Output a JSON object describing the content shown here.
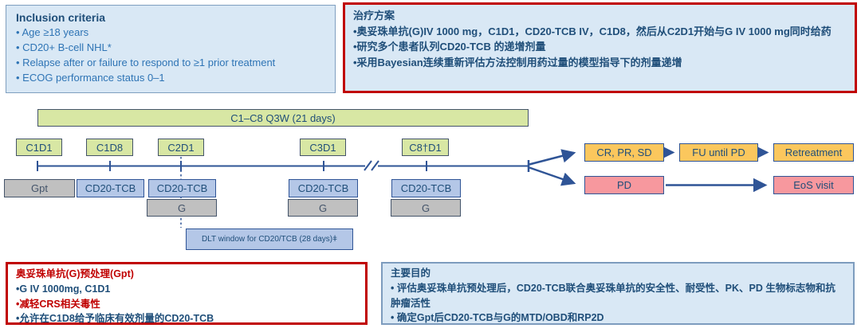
{
  "inclusion": {
    "title": "Inclusion criteria",
    "items": [
      "• Age ≥18 years",
      "• CD20+ B-cell NHL*",
      "• Relapse after or failure to respond to ≥1 prior treatment",
      "• ECOG performance status 0–1"
    ]
  },
  "treatment_plan": {
    "title": "治疗方案",
    "items": [
      "•奥妥珠单抗(G)IV 1000 mg，C1D1，CD20-TCB IV，C1D8，然后从C2D1开始与G IV 1000 mg同时给药",
      "•研究多个患者队列CD20-TCB 的递增剂量",
      "•采用Bayesian连续重新评估方法控制用药过量的模型指导下的剂量递增"
    ]
  },
  "schema": {
    "cycle_bar_label": "C1–C8 Q3W (21 days)",
    "day_labels": [
      "C1D1",
      "C1D8",
      "C2D1",
      "C3D1",
      "C8†D1"
    ],
    "gpt_label": "Gpt",
    "tcb_label": "CD20-TCB",
    "g_label": "G",
    "dlt_label": "DLT window for CD20/TCB (28 days)ǂ"
  },
  "outcomes": {
    "response": "CR, PR, SD",
    "follow_up": "FU until PD",
    "retreatment": "Retreatment",
    "pd": "PD",
    "eos": "EoS visit"
  },
  "pretreatment": {
    "title": "奥妥珠单抗(G)预处理(Gpt)",
    "items": [
      "•G IV 1000mg, C1D1",
      "•减轻CRS相关毒性",
      "•允许在C1D8给予临床有效剂量的CD20-TCB"
    ]
  },
  "objectives": {
    "title": "主要目的",
    "items": [
      "• 评估奥妥珠单抗预处理后，CD20-TCB联合奥妥珠单抗的安全性、耐受性、PK、PD 生物标志物和抗肿瘤活性",
      "• 确定Gpt后CD20-TCB与G的MTD/OBD和RP2D"
    ]
  },
  "colors": {
    "dark_blue_text": "#1F4E79",
    "line_blue": "#2F5496",
    "red_accent": "#C00000",
    "panel_blue_bg": "#D9E8F5",
    "green_fill": "#D8E7A4",
    "blue_fill": "#B4C7E7",
    "gray_fill": "#C0C0C0",
    "orange_fill": "#FBC75D",
    "pink_fill": "#F7989E"
  }
}
